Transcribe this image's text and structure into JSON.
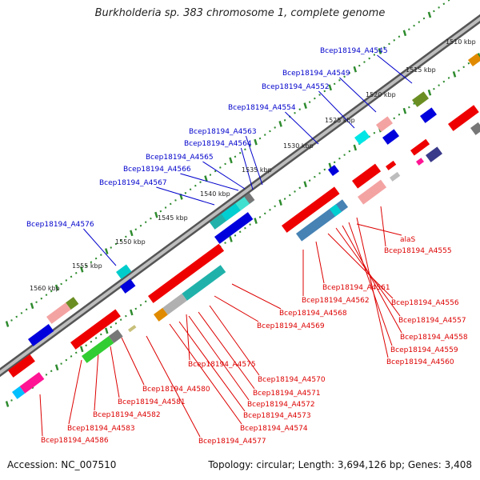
{
  "title": "Burkholderia sp. 383 chromosome 1, complete genome",
  "footer": {
    "accession": "Accession: NC_007510",
    "topology": "Topology: circular; Length: 3,694,126 bp; Genes: 3,408"
  },
  "colors": {
    "forward_label": "#0000cc",
    "reverse_label": "#dd0000",
    "backbone": "#777777",
    "tick": "#2e8b2e"
  },
  "ruler_labels": [
    "1510 kbp",
    "1515 kbp",
    "1520 kbp",
    "1525 kbp",
    "1530 kbp",
    "1535 kbp",
    "1540 kbp",
    "1545 kbp",
    "1550 kbp",
    "1555 kbp",
    "1560 kbp"
  ],
  "forward_gene_labels": [
    "Bcep18194_A4545",
    "Bcep18194_A4549",
    "Bcep18194_A4552",
    "Bcep18194_A4554",
    "Bcep18194_A4563",
    "Bcep18194_A4564",
    "Bcep18194_A4565",
    "Bcep18194_A4566",
    "Bcep18194_A4567",
    "Bcep18194_A4576"
  ],
  "reverse_gene_labels": [
    "alaS",
    "Bcep18194_A4555",
    "Bcep18194_A4561",
    "Bcep18194_A4562",
    "Bcep18194_A4568",
    "Bcep18194_A4569",
    "Bcep18194_A4556",
    "Bcep18194_A4557",
    "Bcep18194_A4558",
    "Bcep18194_A4559",
    "Bcep18194_A4560",
    "Bcep18194_A4575",
    "Bcep18194_A4570",
    "Bcep18194_A4571",
    "Bcep18194_A4572",
    "Bcep18194_A4573",
    "Bcep18194_A4574",
    "Bcep18194_A4577",
    "Bcep18194_A4580",
    "Bcep18194_A4581",
    "Bcep18194_A4582",
    "Bcep18194_A4583",
    "Bcep18194_A4586"
  ]
}
